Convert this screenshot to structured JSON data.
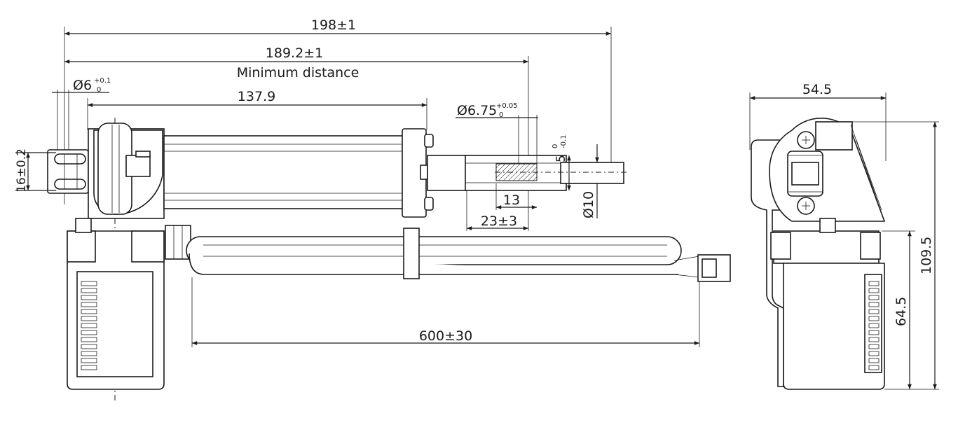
{
  "dimensions": {
    "overall_length": "198±1",
    "minimum_distance": "189.2±1",
    "minimum_distance_label": "Minimum distance",
    "hole_diameter": "Ø6",
    "hole_tol_upper": "+0.1",
    "hole_tol_lower": "0",
    "body_length": "137.9",
    "rod_hole_diameter": "Ø6.75",
    "rod_hole_tol_upper": "+0.05",
    "rod_hole_tol_lower": "0",
    "slot_width": "5",
    "slot_tol_upper": "0",
    "slot_tol_lower": "-0.1",
    "mount_height": "16±0.2",
    "rod_end_13": "13",
    "stroke_23": "23±3",
    "rod_diameter": "Ø10",
    "cable_length": "600±30",
    "side_width": "54.5",
    "side_height": "109.5",
    "motor_height": "64.5"
  }
}
